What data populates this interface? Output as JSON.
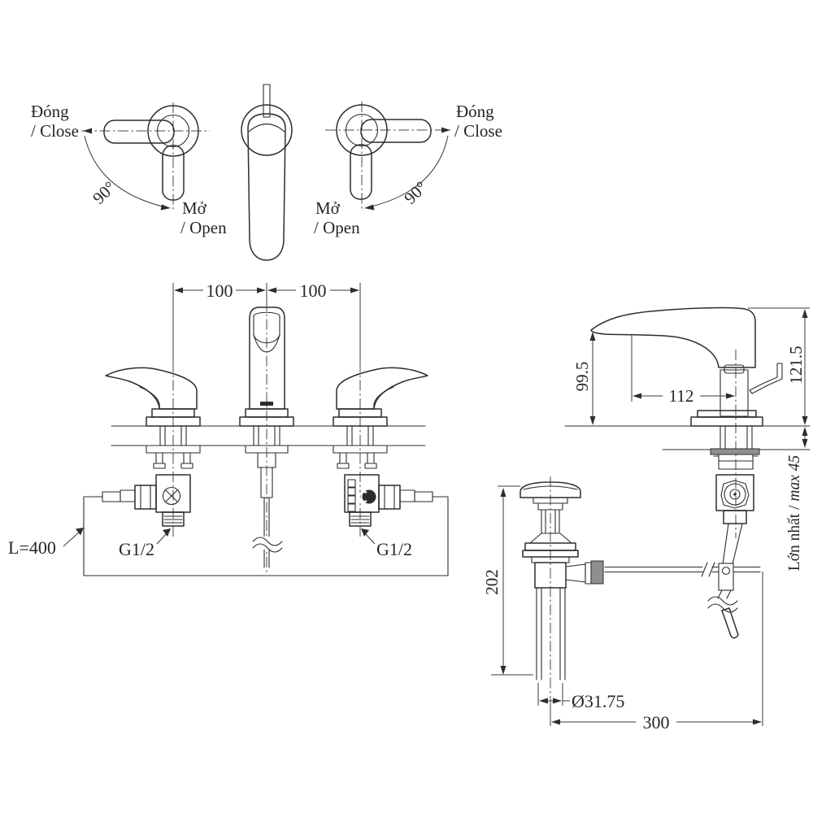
{
  "drawing": {
    "labels": {
      "close_left_1": "Đóng",
      "close_left_2": "/ Close",
      "open_left_1": "Mở",
      "open_left_2": "/ Open",
      "angle_left": "90°",
      "close_right_1": "Đóng",
      "close_right_2": "/ Close",
      "open_right_1": "Mở",
      "open_right_2": "/ Open",
      "angle_right": "90°",
      "hose_length": "L=400",
      "thread_left": "G1/2",
      "thread_right": "G1/2",
      "max_counter_prefix": "Lớn nhất / ",
      "max_counter_value": "max 45"
    },
    "dimensions": {
      "spacing_left": "100",
      "spacing_right": "100",
      "spout_height": "99.5",
      "overall_height": "121.5",
      "spout_reach": "112",
      "drain_body_length": "202",
      "drain_diameter": "Ø31.75",
      "drain_offset": "300"
    },
    "colors": {
      "line": "#2d2d2d",
      "background": "#ffffff",
      "washer_fill": "#8f8f8f"
    }
  }
}
